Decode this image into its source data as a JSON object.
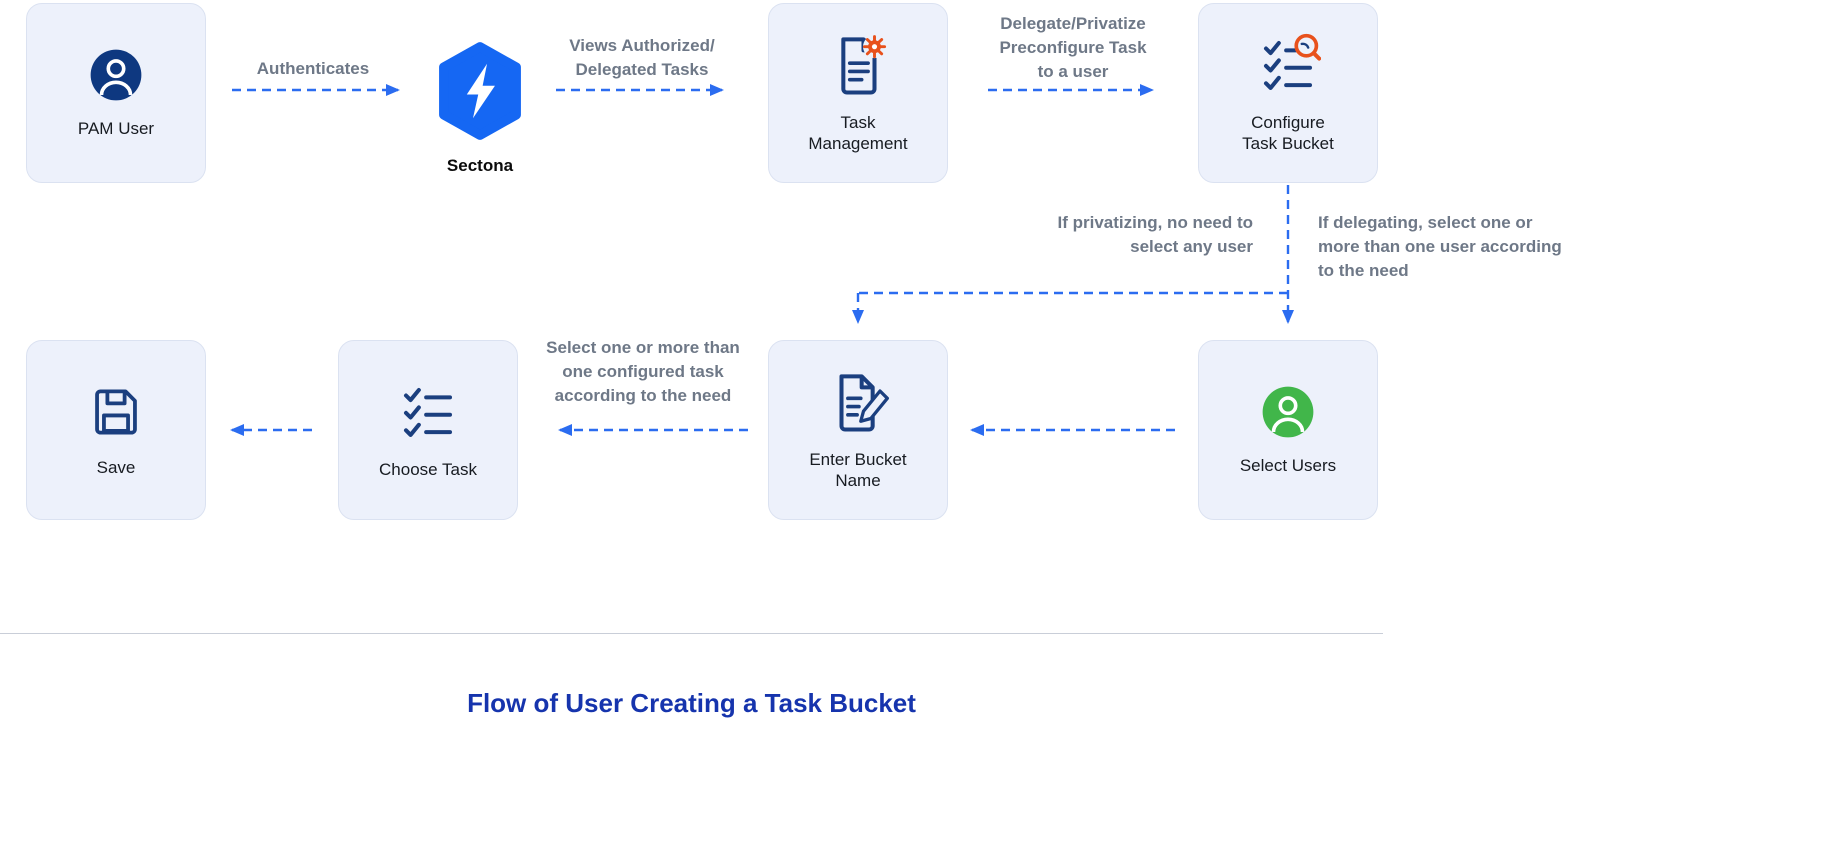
{
  "title": "Flow of User Creating a Task Bucket",
  "brand": {
    "name": "Sectona"
  },
  "nodes": {
    "pam_user": {
      "label": "PAM User",
      "icon": "user-avatar-navy"
    },
    "task_management": {
      "label": "Task\nManagement",
      "icon": "document-gear"
    },
    "configure_task_bucket": {
      "label": "Configure\nTask Bucket",
      "icon": "checklist-magnifier"
    },
    "select_users": {
      "label": "Select Users",
      "icon": "user-avatar-green"
    },
    "enter_bucket_name": {
      "label": "Enter Bucket\nName",
      "icon": "document-pencil"
    },
    "choose_task": {
      "label": "Choose Task",
      "icon": "checklist"
    },
    "save": {
      "label": "Save",
      "icon": "floppy-disk"
    }
  },
  "edges": {
    "authenticates": "Authenticates",
    "views_tasks": "Views Authorized/\nDelegated Tasks",
    "delegate_privatize": "Delegate/Privatize\nPreconfigure Task\nto a user",
    "if_privatizing": "If privatizing, no need to\nselect any user",
    "if_delegating": "If delegating, select one or\nmore than one user according\nto the need",
    "select_configured": "Select one or more than\none configured task\naccording to the need"
  },
  "colors": {
    "arrow_blue": "#2b6cf0",
    "node_bg": "#edf1fb",
    "node_border": "#dbe2f1",
    "label_gray": "#6e7887",
    "icon_navy": "#1b3f7f",
    "avatar_navy": "#0e3880",
    "sectona_blue": "#1567f3",
    "accent_orange": "#e8511c",
    "user_green": "#41b64a",
    "title_blue": "#1634ad"
  }
}
